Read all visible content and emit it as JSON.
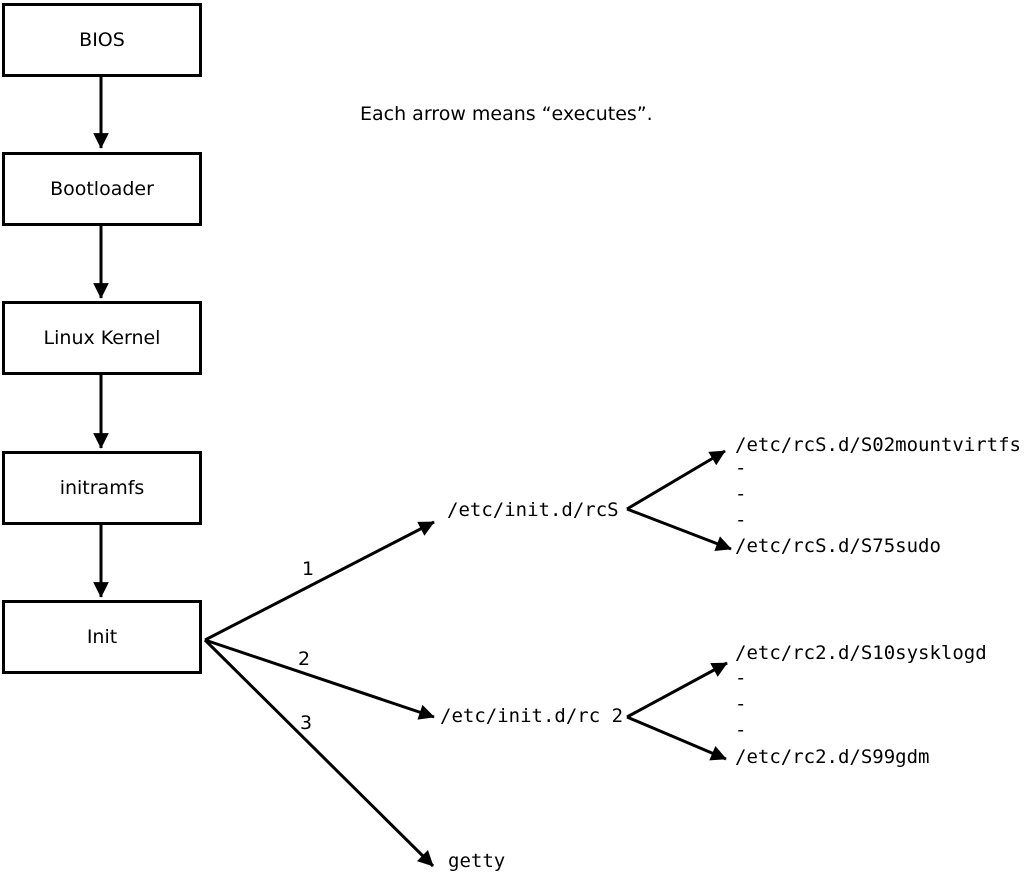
{
  "caption": "Each arrow means “executes”.",
  "chain": [
    {
      "label": "BIOS"
    },
    {
      "label": "Bootloader"
    },
    {
      "label": "Linux Kernel"
    },
    {
      "label": "initramfs"
    },
    {
      "label": "Init"
    }
  ],
  "arrow_labels": {
    "rcs": "1",
    "rc2": "2",
    "getty": "3"
  },
  "scripts": {
    "rcs": {
      "label": "/etc/init.d/rcS",
      "children": [
        "/etc/rcS.d/S02mountvirtfs",
        "-",
        "-",
        "-",
        "/etc/rcS.d/S75sudo"
      ]
    },
    "rc2": {
      "label": "/etc/init.d/rc 2",
      "children": [
        "/etc/rc2.d/S10sysklogd",
        "-",
        "-",
        "-",
        "/etc/rc2.d/S99gdm"
      ]
    },
    "getty": {
      "label": "getty"
    }
  },
  "colors": {
    "foreground": "#000000",
    "background": "#ffffff"
  }
}
